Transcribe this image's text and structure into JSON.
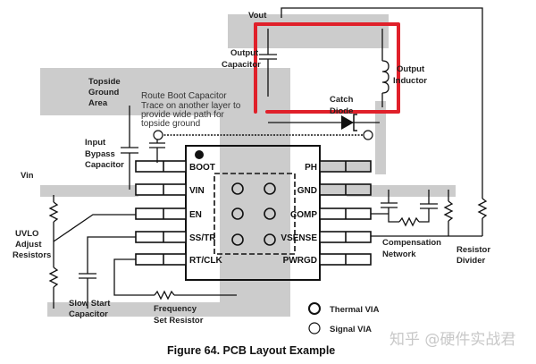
{
  "figure": {
    "caption": "Figure 64.  PCB Layout Example",
    "watermark": "知乎 @硬件实战君"
  },
  "ic": {
    "left_pins": [
      "BOOT",
      "VIN",
      "EN",
      "SS/TR",
      "RT/CLK"
    ],
    "right_pins": [
      "PH",
      "GND",
      "COMP",
      "VSENSE",
      "PWRGD"
    ],
    "thermal_via_count": 6
  },
  "labels": {
    "vout": "Vout",
    "output_capacitor": [
      "Output",
      "Capacitor"
    ],
    "output_inductor": [
      "Output",
      "Inductor"
    ],
    "catch_diode": [
      "Catch",
      "Diode"
    ],
    "topside_ground": [
      "Topside",
      "Ground",
      "Area"
    ],
    "route_boot": [
      "Route Boot Capacitor",
      "Trace on another layer to",
      "provide wide path for",
      "topside ground"
    ],
    "input_bypass": [
      "Input",
      "Bypass",
      "Capacitor"
    ],
    "vin": "Vin",
    "uvlo": [
      "UVLO",
      "Adjust",
      "Resistors"
    ],
    "slow_start": [
      "Slow Start",
      "Capacitor"
    ],
    "freq_resistor": [
      "Frequency",
      "Set Resistor"
    ],
    "compensation": [
      "Compensation",
      "Network"
    ],
    "resistor_divider": [
      "Resistor",
      "Divider"
    ]
  },
  "legend": {
    "thermal_via": "Thermal VIA",
    "signal_via": "Signal VIA"
  },
  "colors": {
    "ground_fill": "#cccccc",
    "highlight": "#e0202a",
    "line": "#111111"
  }
}
